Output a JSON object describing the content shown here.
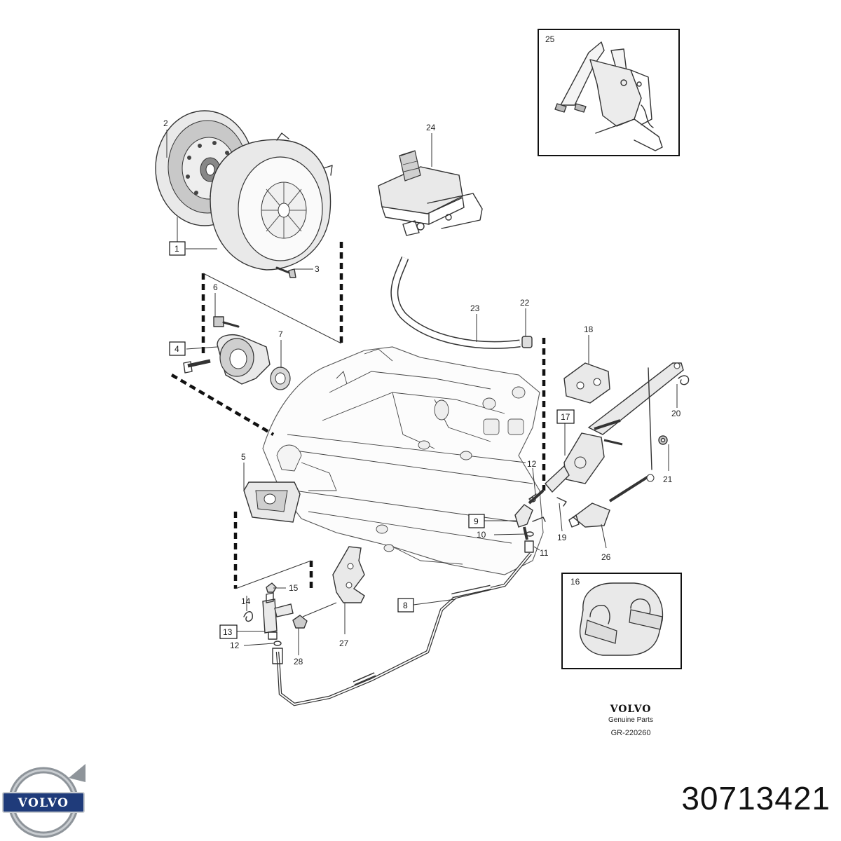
{
  "parts": [
    {
      "id": "p1",
      "label": "1",
      "boxed": true
    },
    {
      "id": "p2",
      "label": "2",
      "boxed": false
    },
    {
      "id": "p3",
      "label": "3",
      "boxed": false
    },
    {
      "id": "p4",
      "label": "4",
      "boxed": true
    },
    {
      "id": "p5",
      "label": "5",
      "boxed": false
    },
    {
      "id": "p6",
      "label": "6",
      "boxed": false
    },
    {
      "id": "p7",
      "label": "7",
      "boxed": false
    },
    {
      "id": "p8",
      "label": "8",
      "boxed": true
    },
    {
      "id": "p9",
      "label": "9",
      "boxed": true
    },
    {
      "id": "p10",
      "label": "10",
      "boxed": false
    },
    {
      "id": "p11",
      "label": "11",
      "boxed": false
    },
    {
      "id": "p12a",
      "label": "12",
      "boxed": false
    },
    {
      "id": "p12b",
      "label": "12",
      "boxed": false
    },
    {
      "id": "p13",
      "label": "13",
      "boxed": true
    },
    {
      "id": "p14",
      "label": "14",
      "boxed": false
    },
    {
      "id": "p15",
      "label": "15",
      "boxed": false
    },
    {
      "id": "p16",
      "label": "16",
      "boxed": false
    },
    {
      "id": "p17",
      "label": "17",
      "boxed": true
    },
    {
      "id": "p18",
      "label": "18",
      "boxed": false
    },
    {
      "id": "p19",
      "label": "19",
      "boxed": false
    },
    {
      "id": "p20",
      "label": "20",
      "boxed": false
    },
    {
      "id": "p21",
      "label": "21",
      "boxed": false
    },
    {
      "id": "p22",
      "label": "22",
      "boxed": false
    },
    {
      "id": "p23",
      "label": "23",
      "boxed": false
    },
    {
      "id": "p24",
      "label": "24",
      "boxed": false
    },
    {
      "id": "p25",
      "label": "25",
      "boxed": false
    },
    {
      "id": "p26",
      "label": "26",
      "boxed": false
    },
    {
      "id": "p27",
      "label": "27",
      "boxed": false
    },
    {
      "id": "p28",
      "label": "28",
      "boxed": false
    }
  ],
  "brand": {
    "logo_text": "VOLVO",
    "name": "VOLVO",
    "subtitle": "Genuine Parts",
    "drawing_ref": "GR-220260"
  },
  "part_number": "30713421",
  "colors": {
    "line": "#333333",
    "logo_blue": "#1f3b7a",
    "logo_silver": "#9aa0a6"
  }
}
